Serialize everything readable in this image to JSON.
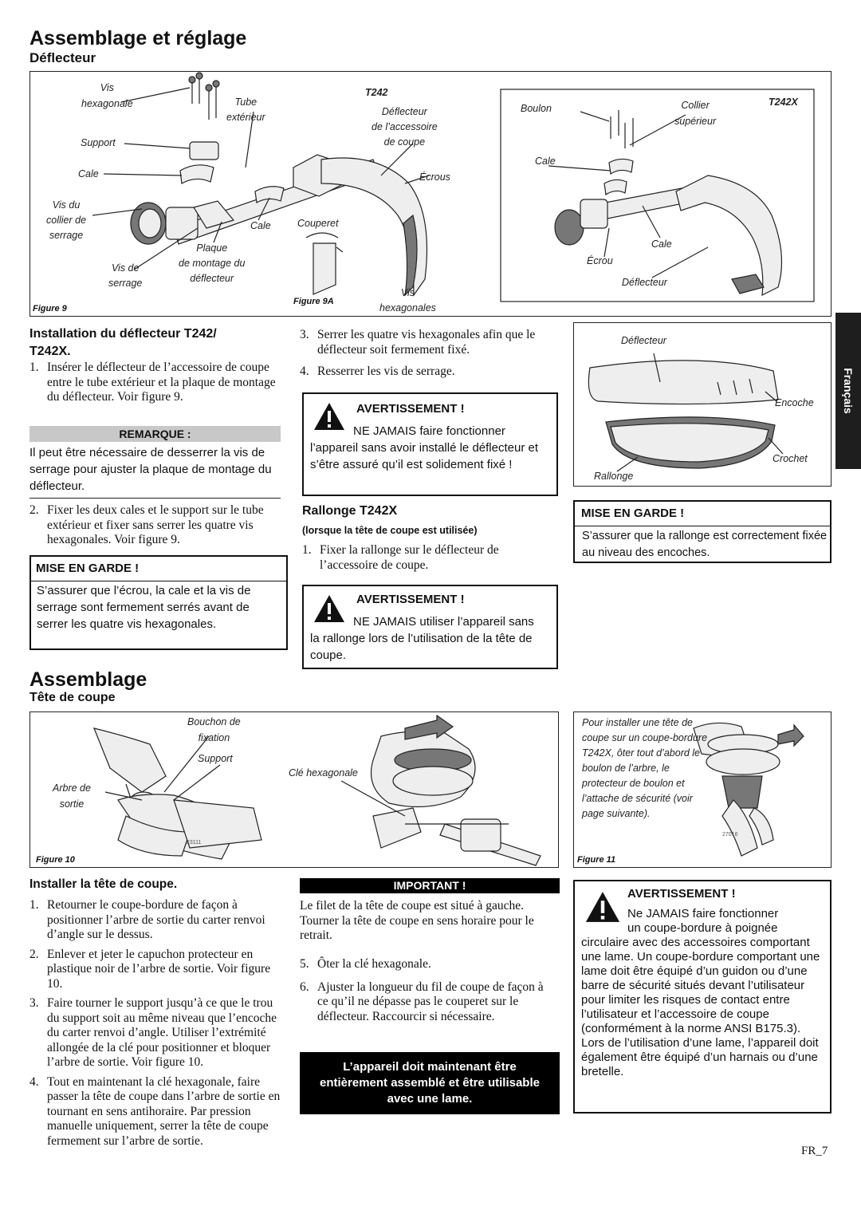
{
  "header": {
    "title": "Assemblage et réglage",
    "subtitle": "Déflecteur"
  },
  "fig9": {
    "caption": "Figure 9",
    "caption_a": "Figure 9A",
    "model_t242": "T242",
    "model_t242x": "T242X",
    "labels": {
      "vis_hex_1": "Vis",
      "vis_hex_2": "hexagonale",
      "tube_1": "Tube",
      "tube_2": "extérieur",
      "support": "Support",
      "cale_1": "Cale",
      "vis_collier_1": "Vis du",
      "vis_collier_2": "collier de",
      "vis_collier_3": "serrage",
      "cale_2": "Cale",
      "plaque_1": "Plaque",
      "plaque_2": "de montage du",
      "plaque_3": "déflecteur",
      "vis_serrage_1": "Vis de",
      "vis_serrage_2": "serrage",
      "defl_acc_1": "Déflecteur",
      "defl_acc_2": "de l’accessoire",
      "defl_acc_3": "de coupe",
      "ecrous": "Écrous",
      "couperet": "Couperet",
      "vis_hexs_1": "Vis",
      "vis_hexs_2": "hexagonales",
      "boulon": "Boulon",
      "collier_1": "Collier",
      "collier_2": "supérieur",
      "cale_3": "Cale",
      "cale_4": "Cale",
      "ecrou": "Écrou",
      "deflecteur": "Déflecteur"
    }
  },
  "install": {
    "title_1": "Installation du déflecteur T242/",
    "title_2": "T242X.",
    "step1_n": "1.",
    "step1": "Insérer le déflecteur de l’accessoire de coupe entre le tube extérieur et la plaque de montage du déflecteur. Voir figure 9.",
    "remarque_title": "REMARQUE :",
    "remarque_text": "Il peut être nécessaire de desserrer la vis de serrage pour ajuster la plaque de montage du déflecteur.",
    "step2_n": "2.",
    "step2": "Fixer les deux cales et le support sur le tube extérieur et fixer sans serrer les quatre vis hexagonales. Voir figure 9.",
    "garde1_title": "MISE EN GARDE !",
    "garde1_text": "S’assurer que l’écrou, la cale et la vis de serrage sont fermement serrés avant de serrer les quatre vis hexagonales.",
    "step3_n": "3.",
    "step3": "Serrer les quatre vis hexagonales afin que le déflecteur soit fermement fixé.",
    "step4_n": "4.",
    "step4": "Resserrer les vis de serrage.",
    "avert1_title": "AVERTISSEMENT !",
    "avert1_text": "NE JAMAIS faire fonctionner l’appareil sans avoir installé le déflecteur et s’être assuré qu’il est solidement fixé !",
    "rallonge_title": "Rallonge T242X",
    "rallonge_sub": "(lorsque la tête de coupe est utilisée)",
    "rallonge_step1_n": "1.",
    "rallonge_step1": "Fixer la rallonge sur le déflecteur de l’accessoire de coupe.",
    "avert2_title": "AVERTISSEMENT !",
    "avert2_text": "NE JAMAIS utiliser l’appareil sans la rallonge lors de l’utilisation de la tête de coupe."
  },
  "rallonge_fig": {
    "deflecteur": "Déflecteur",
    "encoche": "Encoche",
    "crochet": "Crochet",
    "rallonge": "Rallonge"
  },
  "garde2": {
    "title": "MISE EN GARDE !",
    "text": "S’assurer que la rallonge est correctement fixée au niveau des encoches."
  },
  "side_tab": "Français",
  "assemblage": {
    "title": "Assemblage",
    "subtitle": "Tête de coupe"
  },
  "fig10": {
    "caption": "Figure 10",
    "bouchon_1": "Bouchon de",
    "bouchon_2": "fixation",
    "support": "Support",
    "arbre_1": "Arbre de",
    "arbre_2": "sortie",
    "cle": "Clé hexagonale",
    "code": "23111"
  },
  "fig11": {
    "caption": "Figure 11",
    "text": "Pour installer une tête de coupe sur un coupe-bordure T242X, ôter tout d’abord le boulon de l’arbre, le protecteur de boulon et l’attache de sécurité (voir page suivante).",
    "code": "27016"
  },
  "installer": {
    "title": "Installer la tête de coupe.",
    "steps": [
      {
        "n": "1.",
        "t": "Retourner le coupe-bordure de façon à positionner l’arbre de sortie du carter renvoi d’angle sur le dessus."
      },
      {
        "n": "2.",
        "t": "Enlever et jeter le capuchon protecteur en plastique noir de l’arbre de sortie. Voir figure 10."
      },
      {
        "n": "3.",
        "t": "Faire tourner le support jusqu’à ce que le trou du support soit au même niveau que l’encoche du carter renvoi d’angle. Utiliser l’extrémité allongée de la clé pour positionner et bloquer l’arbre de sortie. Voir figure 10."
      },
      {
        "n": "4.",
        "t": "Tout en maintenant la clé hexagonale, faire passer la tête de coupe dans l’arbre de sortie en tournant en sens antihoraire. Par pression manuelle uniquement, serrer la tête de coupe fermement sur l’arbre de sortie."
      }
    ]
  },
  "important": {
    "title": "IMPORTANT !",
    "text": "Le filet de la tête de coupe est situé à gauche. Tourner la tête de coupe en sens horaire pour le retrait.",
    "step5_n": "5.",
    "step5": "Ôter la clé hexagonale.",
    "step6_n": "6.",
    "step6": "Ajuster la longueur du fil de coupe de façon à ce qu’il ne dépasse pas le couperet sur le déflecteur. Raccourcir si nécessaire.",
    "final_box": "L’appareil doit maintenant être entièrement assemblé et être utilisable avec une lame."
  },
  "avert3": {
    "title": "AVERTISSEMENT !",
    "text_1": "Ne JAMAIS faire fonctionner",
    "text_2": "un coupe-bordure à poignée",
    "text_3": "circulaire avec des accessoires comportant une lame. Un coupe-bordure comportant une lame doit être équipé d’un guidon ou d’une barre de sécurité situés devant l’utilisateur pour limiter les risques de contact entre l’utilisateur et l’accessoire de coupe (conformément à la norme ANSI B175.3). Lors de l’utilisation d’une lame, l’appareil doit également être équipé d’un harnais ou d’une bretelle."
  },
  "page_number": "FR_7"
}
